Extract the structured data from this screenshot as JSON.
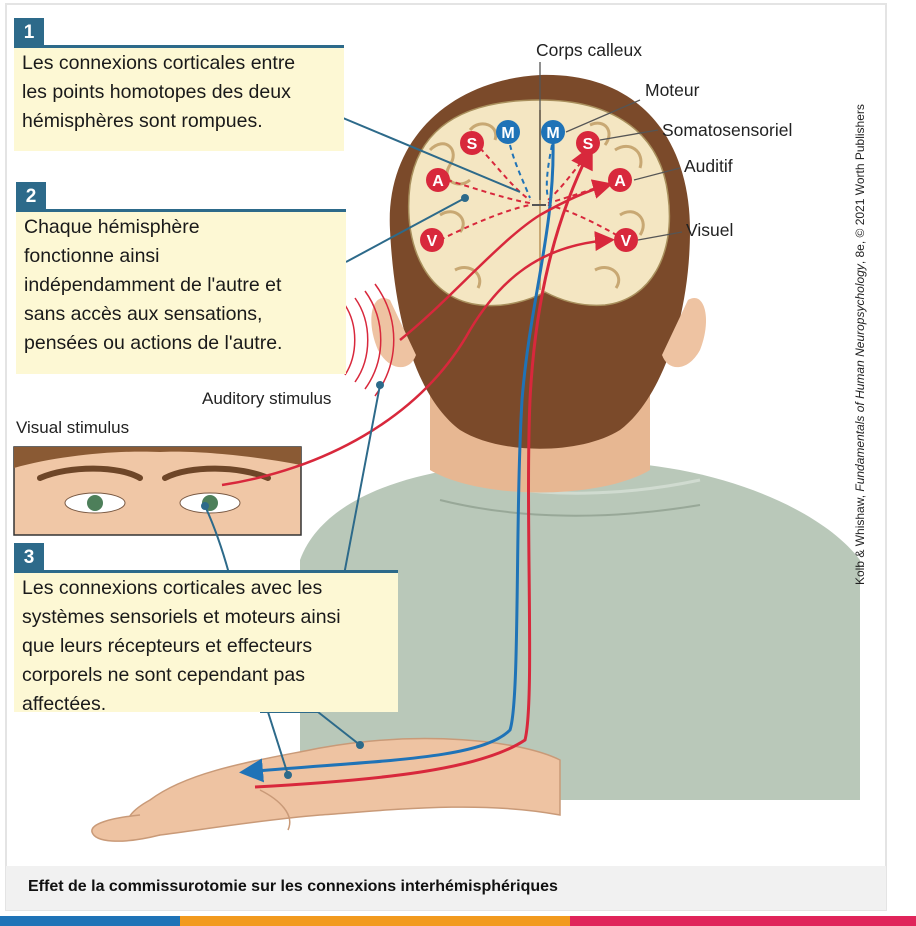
{
  "callouts": [
    {
      "number": "1",
      "lines": [
        "Les connexions corticales entre",
        "les points homotopes des deux",
        "hémisphères sont rompues."
      ]
    },
    {
      "number": "2",
      "lines": [
        "Chaque hémisphère",
        "fonctionne ainsi",
        "indépendamment de l'autre et",
        "sans accès aux sensations,",
        "pensées ou actions de l'autre."
      ]
    },
    {
      "number": "3",
      "lines": [
        "Les connexions corticales avec les",
        "systèmes sensoriels et moteurs ainsi",
        "que leurs récepteurs et effecteurs",
        "corporels ne sont cependant pas",
        "affectées."
      ]
    }
  ],
  "labels": {
    "corpus": "Corps calleux",
    "motor": "Moteur",
    "somato": "Somatosensoriel",
    "auditory": "Auditif",
    "visual": "Visuel",
    "auditory_stimulus": "Auditory stimulus",
    "visual_stimulus": "Visual stimulus"
  },
  "markers": {
    "somato": "S",
    "motor": "M",
    "auditory": "A",
    "visual": "V"
  },
  "caption": "Effet de la commissurotomie sur les connexions interhémisphériques",
  "credit": {
    "authors": "Kolb & Whishaw, ",
    "book": "Fundamentals of Human Neuropsychology",
    "rest": ", 8e, © 2021 Worth Publishers"
  },
  "colors": {
    "accent": "#2d6a8a",
    "callout_bg": "#fdf8d4",
    "pathway_red": "#d8283c",
    "pathway_blue": "#1f73b7",
    "hair": "#7b4a2a",
    "skin": "#eec3a2",
    "shirt": "#b9c8b9"
  }
}
